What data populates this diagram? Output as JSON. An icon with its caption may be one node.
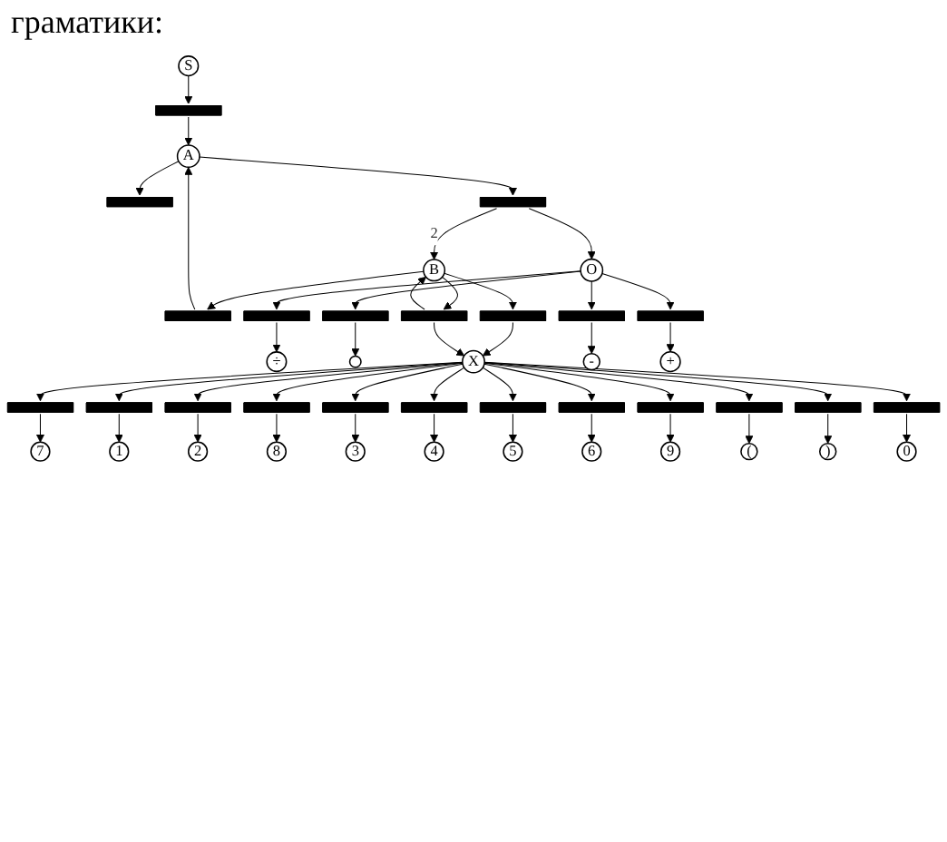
{
  "diagram": {
    "nodes": [
      {
        "text": [
          "S"
        ]
      },
      {
        "text": [],
        "shape": "bar"
      },
      {
        "text": [
          "A"
        ]
      },
      {
        "text": [],
        "shape": "bar"
      },
      {
        "text": [],
        "shape": "bar"
      },
      {
        "text": [],
        "shape": "bar"
      },
      {
        "text": [
          "÷"
        ]
      },
      {
        "text": [],
        "shape": "bar"
      },
      {
        "text": [
          "B"
        ]
      },
      {
        "text": [
          "O"
        ]
      },
      {
        "text": [],
        "shape": "bar"
      },
      {
        "text": [],
        "shape": "circle"
      },
      {
        "text": [],
        "shape": "bar"
      },
      {
        "text": [],
        "shape": "bar"
      },
      {
        "text": [],
        "shape": "bar"
      },
      {
        "text": [],
        "shape": "bar"
      },
      {
        "text": [
          "X"
        ]
      },
      {
        "text": [
          "-"
        ]
      },
      {
        "text": [
          "+"
        ]
      },
      {
        "text": [],
        "shape": "bar"
      },
      {
        "text": [
          "7"
        ]
      },
      {
        "text": [
          "1"
        ]
      },
      {
        "text": [],
        "shape": "bar"
      },
      {
        "text": [
          "2"
        ]
      },
      {
        "text": [],
        "shape": "bar"
      },
      {
        "text": [],
        "shape": "bar"
      },
      {
        "text": [
          "8"
        ]
      },
      {
        "text": [],
        "shape": "bar"
      },
      {
        "text": [
          "3"
        ]
      },
      {
        "text": [],
        "shape": "bar"
      },
      {
        "text": [],
        "shape": "bar"
      },
      {
        "text": [],
        "shape": "bar"
      },
      {
        "text": [
          "6"
        ]
      },
      {
        "text": [
          "4"
        ]
      },
      {
        "text": [
          "5"
        ]
      },
      {
        "text": [],
        "shape": "bar"
      },
      {
        "text": [
          "9"
        ]
      },
      {
        "text": [],
        "shape": "bar"
      },
      {
        "text": [
          "("
        ]
      },
      {
        "text": [],
        "shape": "bar"
      },
      {
        "text": [
          ")"
        ]
      },
      {
        "text": [],
        "shape": "bar"
      },
      {
        "text": [
          "0"
        ]
      }
    ],
    "edges": [
      {
        "from": 0,
        "to": 1,
        "arrow": "to"
      },
      {
        "from": 1,
        "to": 2,
        "arrow": "to"
      },
      {
        "from": 2,
        "to": 3,
        "arrow": "to"
      },
      {
        "from": 8,
        "to": 4,
        "arrow": "to"
      },
      {
        "from": 4,
        "to": 2,
        "arrow": "to"
      },
      {
        "from": 2,
        "to": 5,
        "arrow": "to"
      },
      {
        "from": 5,
        "to": 8,
        "arrow": "to",
        "label": "2"
      },
      {
        "from": 5,
        "to": 9,
        "arrow": "to"
      },
      {
        "from": 9,
        "to": 7,
        "arrow": "to"
      },
      {
        "from": 7,
        "to": 6,
        "arrow": "to"
      },
      {
        "from": 9,
        "to": 10,
        "arrow": "to"
      },
      {
        "from": 10,
        "to": 11,
        "arrow": "to"
      },
      {
        "from": 9,
        "to": 15,
        "arrow": "to"
      },
      {
        "from": 15,
        "to": 17,
        "arrow": "to"
      },
      {
        "from": 9,
        "to": 14,
        "arrow": "to"
      },
      {
        "from": 14,
        "to": 18,
        "arrow": "to"
      },
      {
        "from": 8,
        "to": 12,
        "arrow": "to"
      },
      {
        "from": 12,
        "to": 16,
        "arrow": "to"
      },
      {
        "from": 8,
        "to": 13,
        "arrow": "to"
      },
      {
        "from": 13,
        "to": 8,
        "arrow": "to"
      },
      {
        "from": 13,
        "to": 16,
        "arrow": "to"
      },
      {
        "from": 16,
        "to": 19,
        "arrow": "to"
      },
      {
        "from": 19,
        "to": 20,
        "arrow": "to"
      },
      {
        "from": 16,
        "to": 22,
        "arrow": "to"
      },
      {
        "from": 22,
        "to": 21,
        "arrow": "to"
      },
      {
        "from": 16,
        "to": 24,
        "arrow": "to"
      },
      {
        "from": 24,
        "to": 23,
        "arrow": "to"
      },
      {
        "from": 16,
        "to": 25,
        "arrow": "to"
      },
      {
        "from": 25,
        "to": 26,
        "arrow": "to"
      },
      {
        "from": 16,
        "to": 27,
        "arrow": "to"
      },
      {
        "from": 27,
        "to": 28,
        "arrow": "to"
      },
      {
        "from": 16,
        "to": 29,
        "arrow": "to"
      },
      {
        "from": 29,
        "to": 33,
        "arrow": "to"
      },
      {
        "from": 16,
        "to": 30,
        "arrow": "to"
      },
      {
        "from": 30,
        "to": 34,
        "arrow": "to"
      },
      {
        "from": 16,
        "to": 31,
        "arrow": "to"
      },
      {
        "from": 31,
        "to": 32,
        "arrow": "to"
      },
      {
        "from": 16,
        "to": 35,
        "arrow": "to"
      },
      {
        "from": 35,
        "to": 36,
        "arrow": "to"
      },
      {
        "from": 16,
        "to": 37,
        "arrow": "to"
      },
      {
        "from": 37,
        "to": 38,
        "arrow": "to"
      },
      {
        "from": 16,
        "to": 39,
        "arrow": "to"
      },
      {
        "from": 39,
        "to": 40,
        "arrow": "to"
      },
      {
        "from": 16,
        "to": 41,
        "arrow": "to"
      },
      {
        "from": 41,
        "to": 42,
        "arrow": "to"
      }
    ],
    "labels": [
      "граматики:"
    ]
  }
}
